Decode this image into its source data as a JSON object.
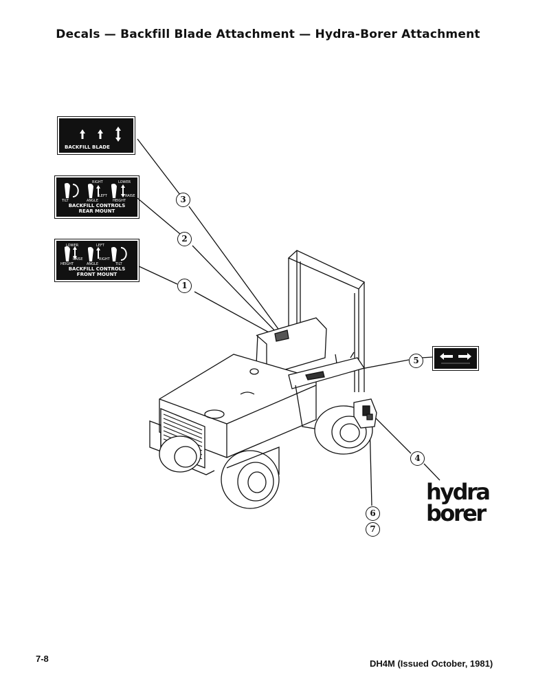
{
  "page": {
    "title": "Decals — Backfill Blade Attachment — Hydra-Borer Attachment",
    "page_number": "7-8",
    "doc_ref": "DH4M (Issued October, 1981)"
  },
  "decals": {
    "backfill_blade": {
      "label": "BACKFILL BLADE"
    },
    "rear_mount": {
      "tilt": "TILT",
      "angle": "ANGLE",
      "height": "HEIGHT",
      "right": "RIGHT",
      "left": "LEFT",
      "lower": "LOWER",
      "raise": "RAISE",
      "line1": "BACKFILL CONTROLS",
      "line2": "REAR MOUNT"
    },
    "front_mount": {
      "lower": "LOWER",
      "left": "LEFT",
      "raise": "RAISE",
      "right": "RIGHT",
      "height": "HEIGHT",
      "angle": "ANGLE",
      "tilt": "TILT",
      "line1": "BACKFILL CONTROLS",
      "line2": "FRONT MOUNT"
    },
    "hydra_borer": {
      "line1": "hydra",
      "line2": "borer"
    }
  },
  "callouts": [
    "1",
    "2",
    "3",
    "4",
    "5",
    "6",
    "7"
  ]
}
